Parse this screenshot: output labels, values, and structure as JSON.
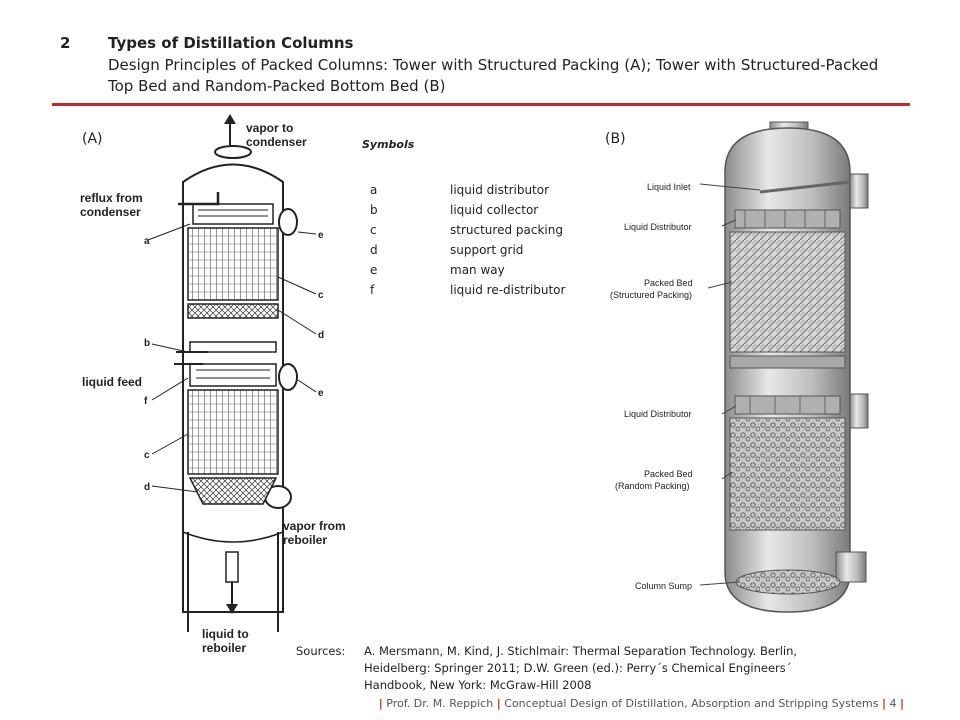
{
  "header": {
    "number": "2",
    "title": "Types of Distillation Columns",
    "subtitle": "Design Principles of Packed Columns: Tower with Structured Packing (A); Tower with Structured-Packed Top Bed and Random-Packed Bottom Bed (B)"
  },
  "figure_a": {
    "panel_label": "(A)",
    "labels": {
      "vapor_condenser_1": "vapor to",
      "vapor_condenser_2": "condenser",
      "reflux_1": "reflux from",
      "reflux_2": "condenser",
      "liquid_feed": "liquid feed",
      "vapor_reboiler_1": "vapor from",
      "vapor_reboiler_2": "reboiler",
      "liquid_reboiler_1": "liquid to",
      "liquid_reboiler_2": "reboiler",
      "a": "a",
      "b": "b",
      "c1": "c",
      "c2": "c",
      "d1": "d",
      "d2": "d",
      "e1": "e",
      "e2": "e",
      "f": "f"
    }
  },
  "symbols": {
    "heading": "Symbols",
    "rows": [
      {
        "key": "a",
        "desc": "liquid distributor"
      },
      {
        "key": "b",
        "desc": "liquid collector"
      },
      {
        "key": "c",
        "desc": "structured packing"
      },
      {
        "key": "d",
        "desc": "support grid"
      },
      {
        "key": "e",
        "desc": "man way"
      },
      {
        "key": "f",
        "desc": "liquid re-distributor"
      }
    ]
  },
  "figure_b": {
    "panel_label": "(B)",
    "labels": {
      "liquid_inlet": "Liquid Inlet",
      "liquid_distributor_1": "Liquid Distributor",
      "packed_bed_1": "Packed Bed",
      "structured_packing": "(Structured Packing)",
      "liquid_distributor_2": "Liquid Distributor",
      "packed_bed_2": "Packed Bed",
      "random_packing": "(Random Packing)",
      "column_sump": "Column Sump"
    }
  },
  "sources": {
    "label": "Sources:",
    "line1": "A. Mersmann, M. Kind, J. Stichlmair: Thermal Separation Technology. Berlin,",
    "line2": "Heidelberg: Springer 2011; D.W. Green (ed.): Perry´s Chemical  Engineers´",
    "line3": "Handbook, New York: McGraw-Hill 2008"
  },
  "footer": {
    "author": "Prof. Dr. M. Reppich",
    "course": "Conceptual Design of Distillation, Absorption and Stripping Systems",
    "page": "4"
  }
}
